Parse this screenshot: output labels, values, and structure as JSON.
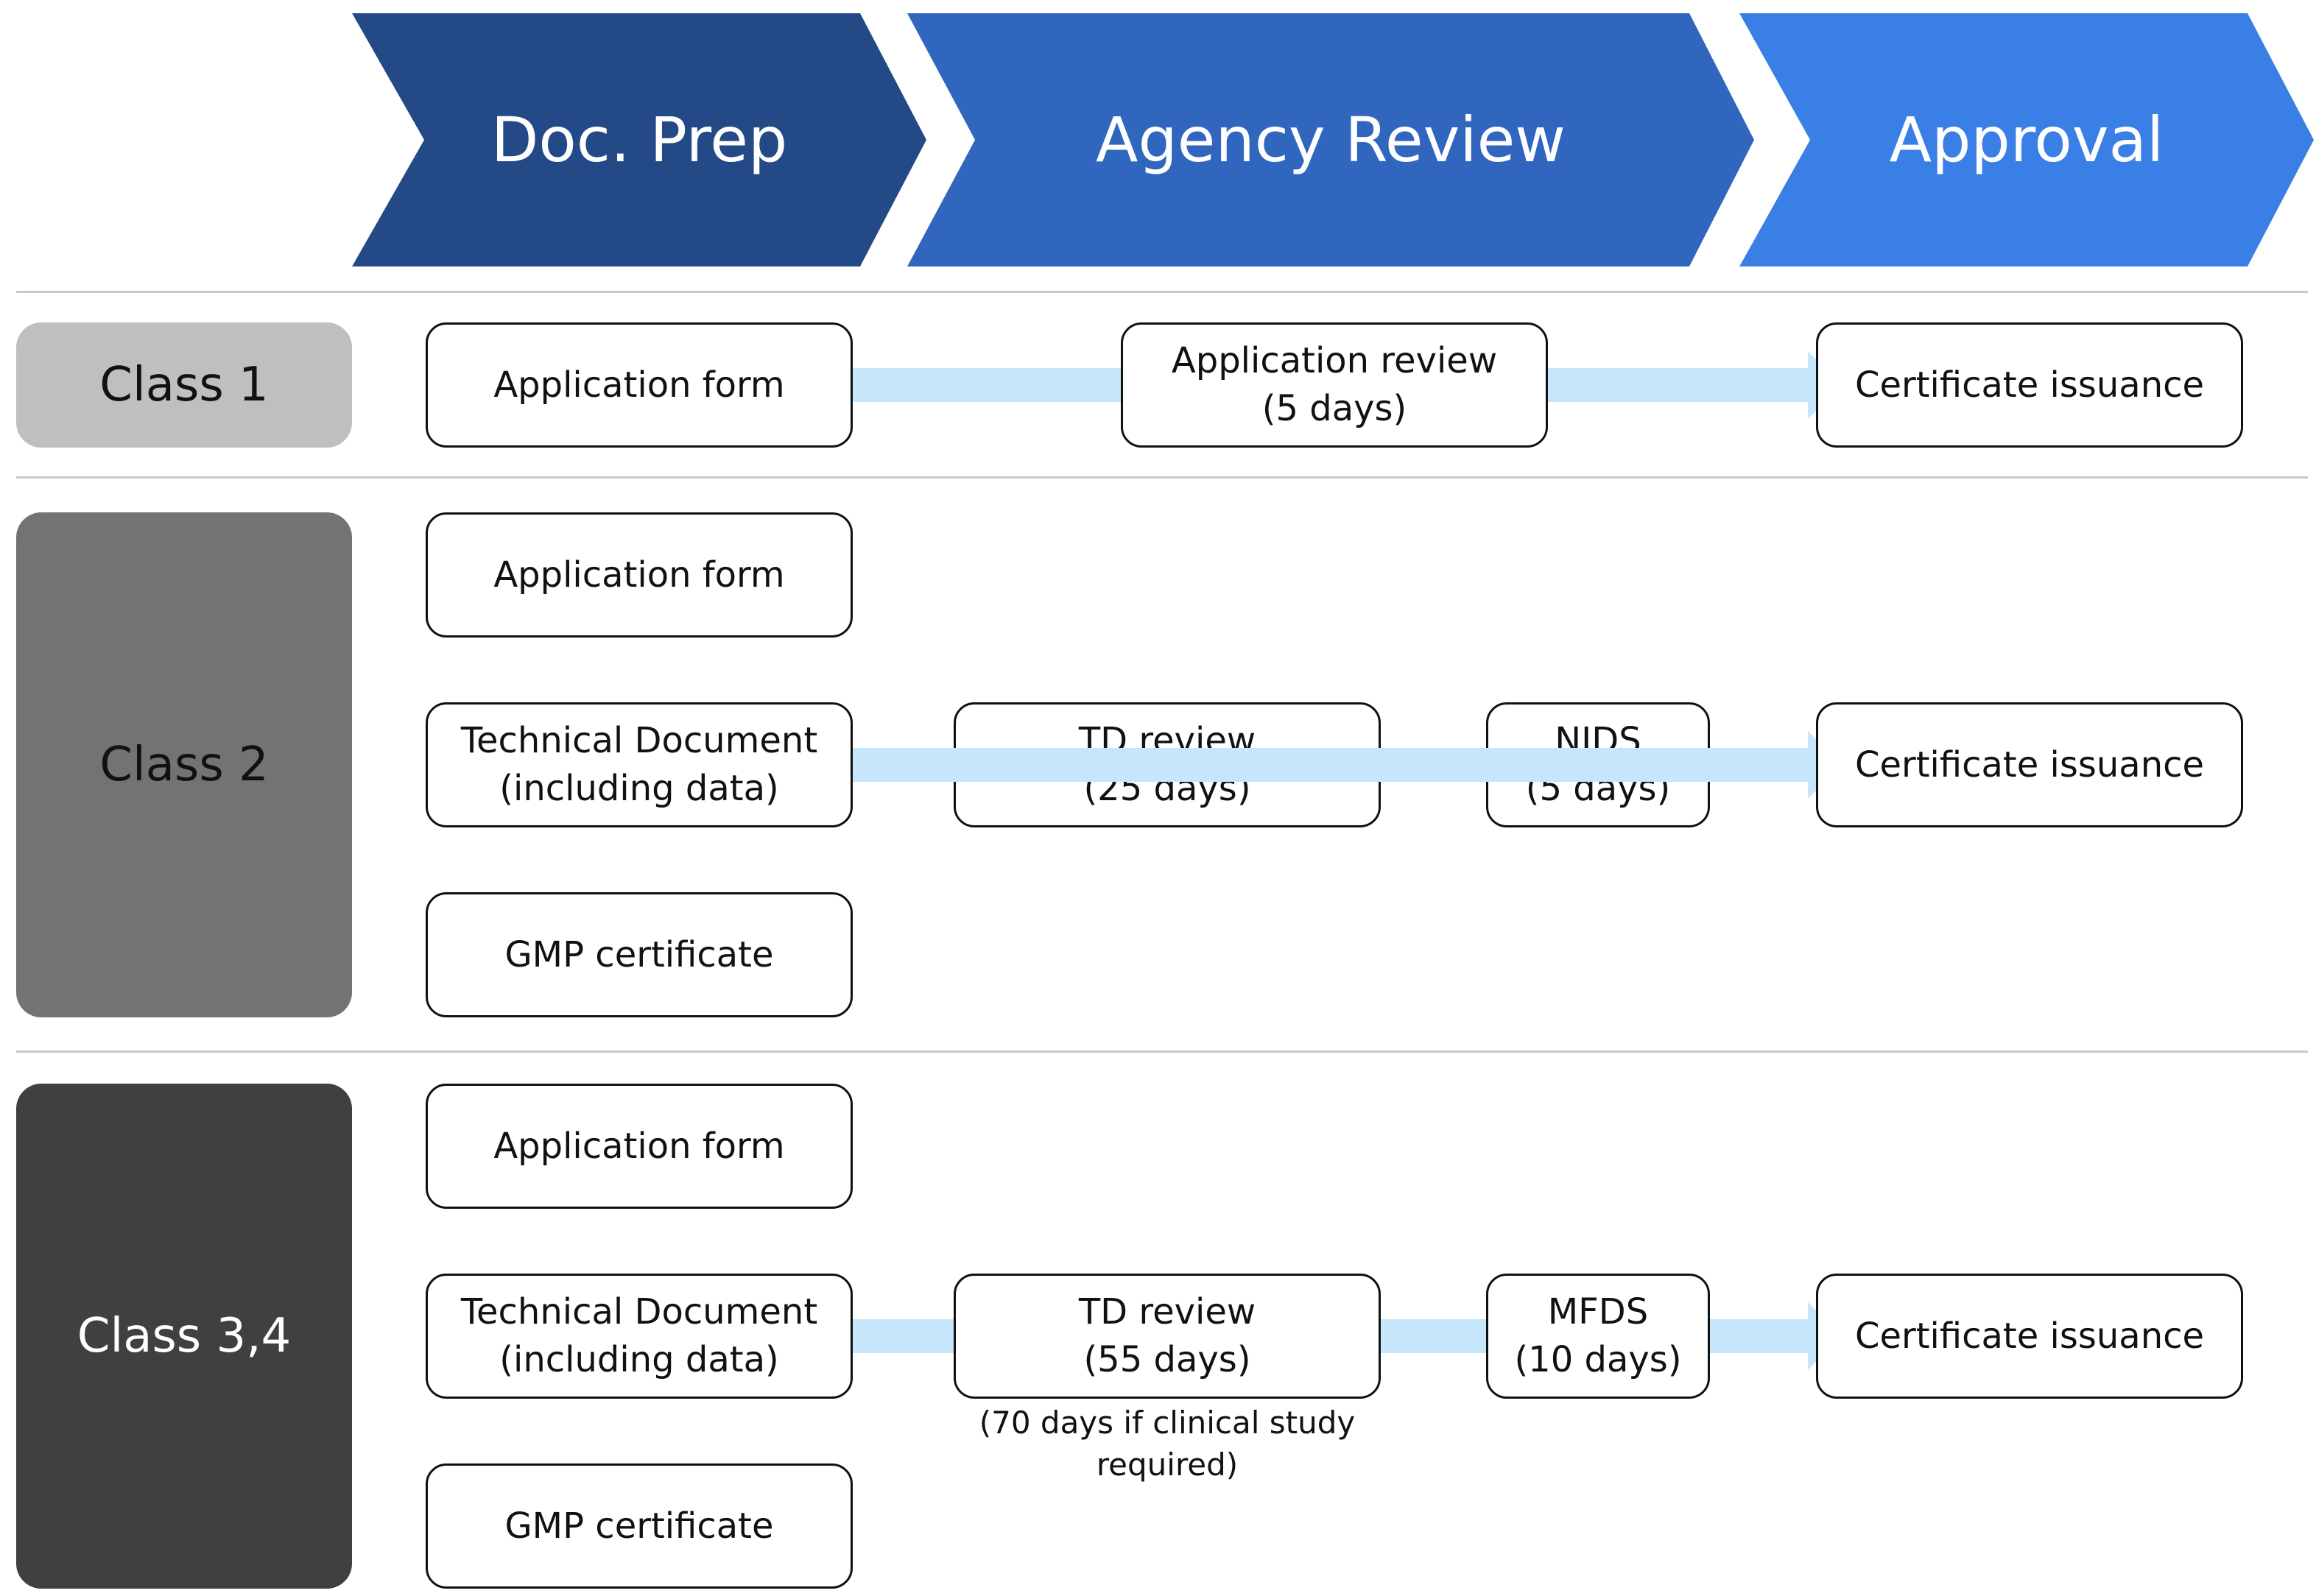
{
  "phases": [
    "Doc. Prep",
    "Agency Review",
    "Approval"
  ],
  "phase_colors": [
    "#234a87",
    "#3066be",
    "#3a7fe5"
  ],
  "arrow_color": "#c6e7fb",
  "class1": {
    "label": "Class 1",
    "color": "#bfbfbf",
    "application_form": "Application form",
    "review": "Application review\n(5 days)",
    "certificate": "Certificate issuance"
  },
  "class2": {
    "label": "Class 2",
    "color": "#737373",
    "application_form": "Application form",
    "technical_document": "Technical Document\n(including data)",
    "gmp": "GMP certificate",
    "td_review": "TD review\n(25 days)",
    "nids": "NIDS\n(5 days)",
    "certificate": "Certificate issuance"
  },
  "class34": {
    "label": "Class 3,4",
    "color": "#404040",
    "application_form": "Application form",
    "technical_document": "Technical Document\n(including data)",
    "gmp": "GMP certificate",
    "td_review": "TD review\n(55 days)",
    "td_note": "(70 days if clinical study\nrequired)",
    "mfds": "MFDS\n(10 days)",
    "certificate": "Certificate issuance"
  }
}
